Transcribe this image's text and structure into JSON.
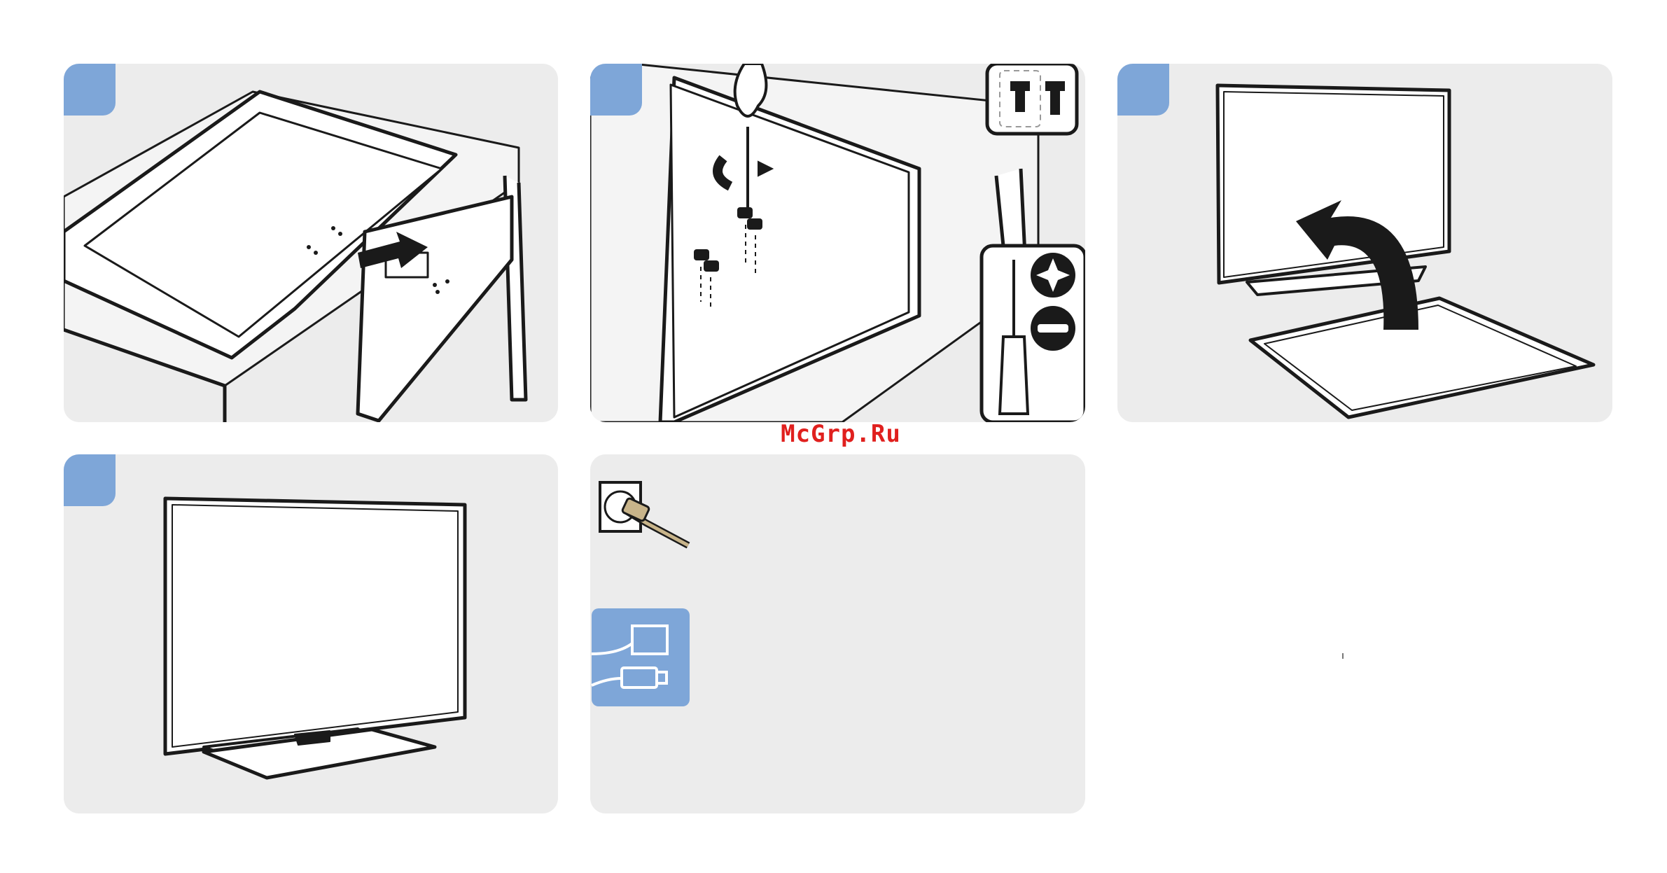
{
  "watermark": {
    "text": "McGrp.Ru"
  },
  "colors": {
    "panel_bg": "#ececec",
    "badge": "#7ea6d8",
    "watermark": "#e0201e",
    "line": "#1a1a1a",
    "accent": "#7ea6d8"
  },
  "panels": [
    {
      "id": "step-1",
      "has_badge": true,
      "illustration": "stand-neck-insert"
    },
    {
      "id": "step-2",
      "has_badge": true,
      "illustration": "screw-fastening",
      "icons": [
        "screw-icon",
        "screwdriver-icon",
        "phillips-head-icon",
        "flat-head-icon"
      ]
    },
    {
      "id": "step-3",
      "has_badge": true,
      "illustration": "tv-upright-arrow"
    },
    {
      "id": "step-4",
      "has_badge": true,
      "illustration": "tv-on-stand"
    },
    {
      "id": "step-5",
      "has_badge": false,
      "illustration": "connections",
      "icons": [
        "power-outlet-icon",
        "scart-connector-icon",
        "hdmi-connector-icon"
      ]
    }
  ]
}
